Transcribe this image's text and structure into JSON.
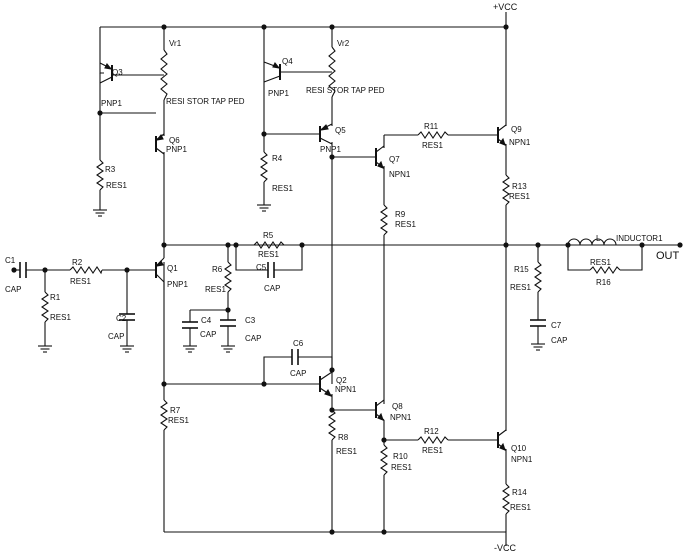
{
  "rails": {
    "vcc_pos": "+VCC",
    "vcc_neg": "-VCC",
    "output": "OUT"
  },
  "components": {
    "Vr1": {
      "ref": "Vr1",
      "model": "RESI STOR TAP PED"
    },
    "Vr2": {
      "ref": "Vr2",
      "model": "RESI STOR TAP PED"
    },
    "Q1": {
      "ref": "Q1",
      "model": "PNP1"
    },
    "Q2": {
      "ref": "Q2",
      "model": "NPN1"
    },
    "Q3": {
      "ref": "Q3",
      "model": "PNP1"
    },
    "Q4": {
      "ref": "Q4",
      "model": "PNP1"
    },
    "Q5": {
      "ref": "Q5",
      "model": "PNP1"
    },
    "Q6": {
      "ref": "Q6",
      "model": "PNP1"
    },
    "Q7": {
      "ref": "Q7",
      "model": "NPN1"
    },
    "Q8": {
      "ref": "Q8",
      "model": "NPN1"
    },
    "Q9": {
      "ref": "Q9",
      "model": "NPN1"
    },
    "Q10": {
      "ref": "Q10",
      "model": "NPN1"
    },
    "R1": {
      "ref": "R1",
      "model": "RES1"
    },
    "R2": {
      "ref": "R2",
      "model": "RES1"
    },
    "R3": {
      "ref": "R3",
      "model": "RES1"
    },
    "R4": {
      "ref": "R4",
      "model": "RES1"
    },
    "R5": {
      "ref": "R5",
      "model": "RES1"
    },
    "R6": {
      "ref": "R6",
      "model": "RES1"
    },
    "R7": {
      "ref": "R7",
      "model": "RES1"
    },
    "R8": {
      "ref": "R8",
      "model": "RES1"
    },
    "R9": {
      "ref": "R9",
      "model": "RES1"
    },
    "R10": {
      "ref": "R10",
      "model": "RES1"
    },
    "R11": {
      "ref": "R11",
      "model": "RES1"
    },
    "R12": {
      "ref": "R12",
      "model": "RES1"
    },
    "R13": {
      "ref": "R13",
      "model": "RES1"
    },
    "R14": {
      "ref": "R14",
      "model": "RES1"
    },
    "R15": {
      "ref": "R15",
      "model": "RES1"
    },
    "R16": {
      "ref": "R16",
      "model": "RES1"
    },
    "C1": {
      "ref": "C1",
      "model": "CAP"
    },
    "C2": {
      "ref": "C2",
      "model": "CAP"
    },
    "C3": {
      "ref": "C3",
      "model": "CAP"
    },
    "C4": {
      "ref": "C4",
      "model": "CAP"
    },
    "C5": {
      "ref": "C5",
      "model": "CAP"
    },
    "C6": {
      "ref": "C6",
      "model": "CAP"
    },
    "C7": {
      "ref": "C7",
      "model": "CAP"
    },
    "L": {
      "ref": "L",
      "model": "INDUCTOR1"
    }
  }
}
